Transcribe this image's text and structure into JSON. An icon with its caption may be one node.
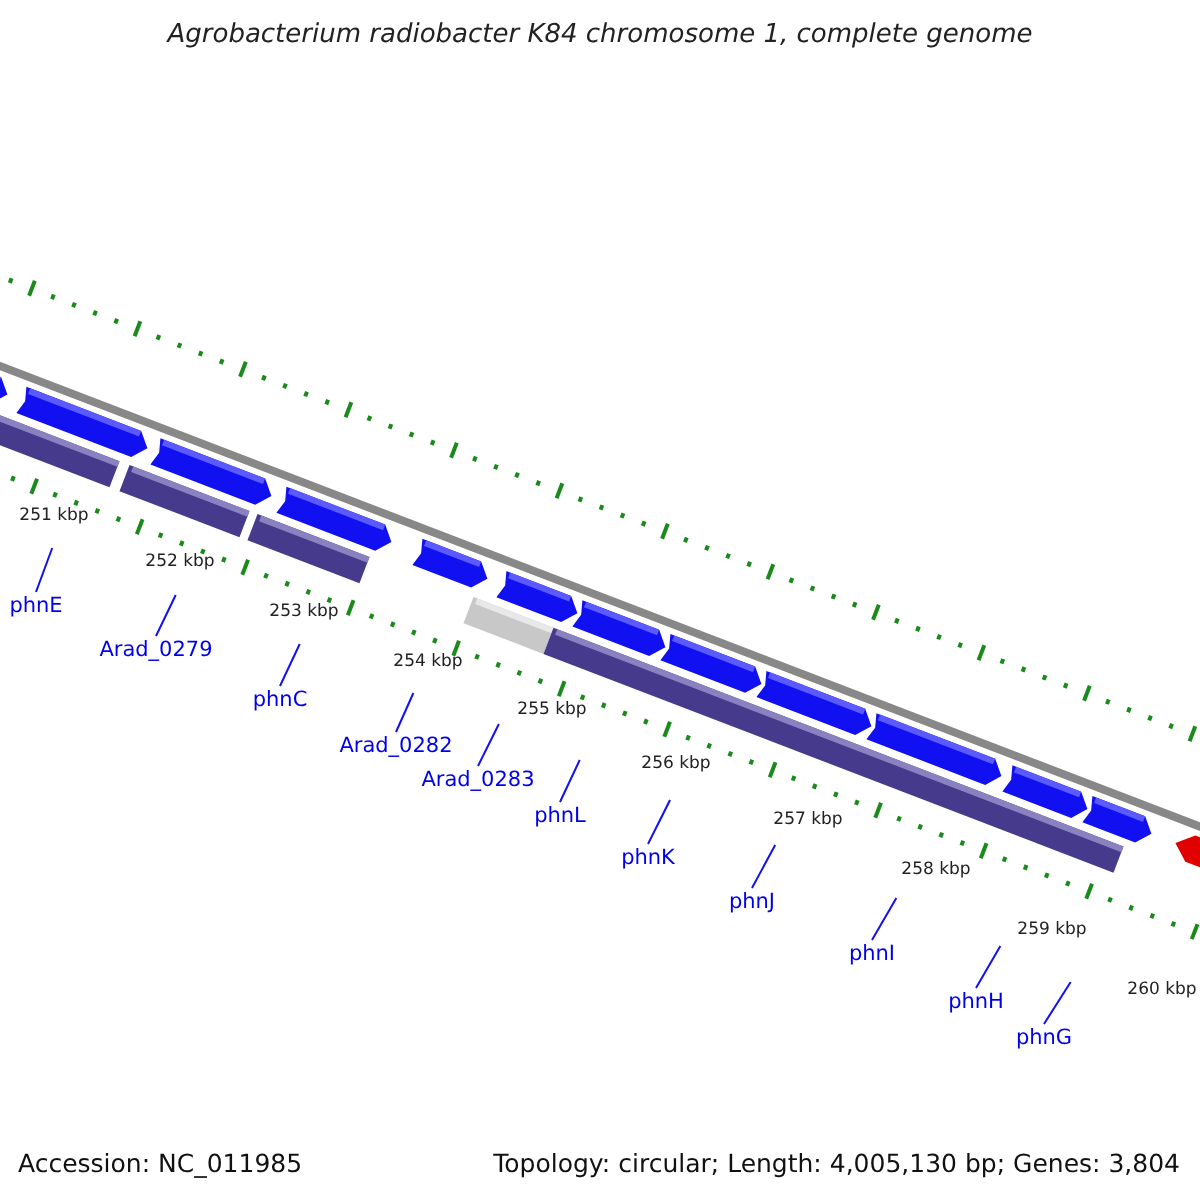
{
  "diagram": {
    "title": "Agrobacterium radiobacter K84 chromosome 1, complete genome",
    "nodes": [
      {
        "text": [
          "phnE"
        ]
      },
      {
        "text": [
          "Arad_0279"
        ]
      },
      {
        "text": [
          "phnC"
        ]
      },
      {
        "text": [
          "Arad_0282"
        ]
      },
      {
        "text": [
          "Arad_0283"
        ]
      },
      {
        "text": [
          "phnL"
        ]
      },
      {
        "text": [
          "phnK"
        ]
      },
      {
        "text": [
          "phnJ"
        ]
      },
      {
        "text": [
          "phnI"
        ]
      },
      {
        "text": [
          "phnH"
        ]
      },
      {
        "text": [
          "phnG"
        ]
      }
    ],
    "edges": [
      {
        "from": 0,
        "to": null,
        "arrow": "none"
      },
      {
        "from": 1,
        "to": null,
        "arrow": "none"
      },
      {
        "from": 2,
        "to": null,
        "arrow": "none"
      },
      {
        "from": 3,
        "to": null,
        "arrow": "none"
      },
      {
        "from": 4,
        "to": null,
        "arrow": "none"
      },
      {
        "from": 5,
        "to": null,
        "arrow": "none"
      },
      {
        "from": 6,
        "to": null,
        "arrow": "none"
      },
      {
        "from": 7,
        "to": null,
        "arrow": "none"
      },
      {
        "from": 8,
        "to": null,
        "arrow": "none"
      },
      {
        "from": 9,
        "to": null,
        "arrow": "none"
      },
      {
        "from": 10,
        "to": null,
        "arrow": "none"
      }
    ],
    "labels": [
      "251 kbp",
      "252 kbp",
      "253 kbp",
      "254 kbp",
      "255 kbp",
      "256 kbp",
      "257 kbp",
      "258 kbp",
      "259 kbp",
      "260 kbp",
      "Accession: NC_011985",
      "Topology: circular; Length: 4,005,130 bp; Genes: 3,804"
    ]
  }
}
